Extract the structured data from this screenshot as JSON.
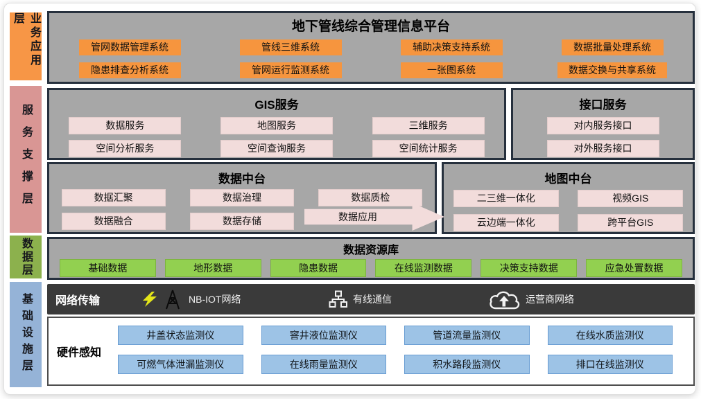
{
  "colors": {
    "app_layer_orange": "#F79646",
    "service_layer_pink": "#D99694",
    "data_layer_green": "#8CB14D",
    "infra_layer_blue": "#95B3D7",
    "panel_gray": "#A7A7A7",
    "panel_border_navy": "#26303D",
    "box_orange": "#F6953E",
    "box_pink": "#F2DCDB",
    "box_green": "#92D050",
    "box_blue": "#9DC3E6",
    "network_bar_dark": "#3A3A3A",
    "lightning_yellow": "#E4E619"
  },
  "sidebar": {
    "layers": [
      {
        "label": "业务应用层"
      },
      {
        "label": "服务支撑层"
      },
      {
        "label": "数据层"
      },
      {
        "label": "基础设施层"
      }
    ]
  },
  "application_layer": {
    "title": "地下管线综合管理信息平台",
    "systems": [
      "管网数据管理系统",
      "管线三维系统",
      "辅助决策支持系统",
      "数据批量处理系统",
      "隐患排查分析系统",
      "管网运行监测系统",
      "一张图系统",
      "数据交换与共享系统"
    ]
  },
  "gis_services": {
    "title": "GIS服务",
    "items": [
      "数据服务",
      "地图服务",
      "三维服务",
      "空间分析服务",
      "空间查询服务",
      "空间统计服务"
    ]
  },
  "interface_services": {
    "title": "接口服务",
    "items": [
      "对内服务接口",
      "对外服务接口"
    ]
  },
  "data_platform": {
    "title": "数据中台",
    "items": [
      "数据汇聚",
      "数据治理",
      "数据质检",
      "数据融合",
      "数据存储"
    ],
    "arrow_item": "数据应用"
  },
  "map_platform": {
    "title": "地图中台",
    "items": [
      "二三维一体化",
      "视频GIS",
      "云边端一体化",
      "跨平台GIS"
    ]
  },
  "data_repository": {
    "title": "数据资源库",
    "items": [
      "基础数据",
      "地形数据",
      "隐患数据",
      "在线监测数据",
      "决策支持数据",
      "应急处置数据"
    ]
  },
  "network_transmission": {
    "label": "网络传输",
    "links": [
      {
        "icon": "signal-tower-icon",
        "label": "NB-IOT网络"
      },
      {
        "icon": "wired-network-icon",
        "label": "有线通信"
      },
      {
        "icon": "cloud-upload-icon",
        "label": "运营商网络"
      }
    ]
  },
  "hardware_perception": {
    "label": "硬件感知",
    "devices": [
      "井盖状态监测仪",
      "窨井液位监测仪",
      "管道流量监测仪",
      "在线水质监测仪",
      "可燃气体泄漏监测仪",
      "在线雨量监测仪",
      "积水路段监测仪",
      "排口在线监测仪"
    ]
  }
}
